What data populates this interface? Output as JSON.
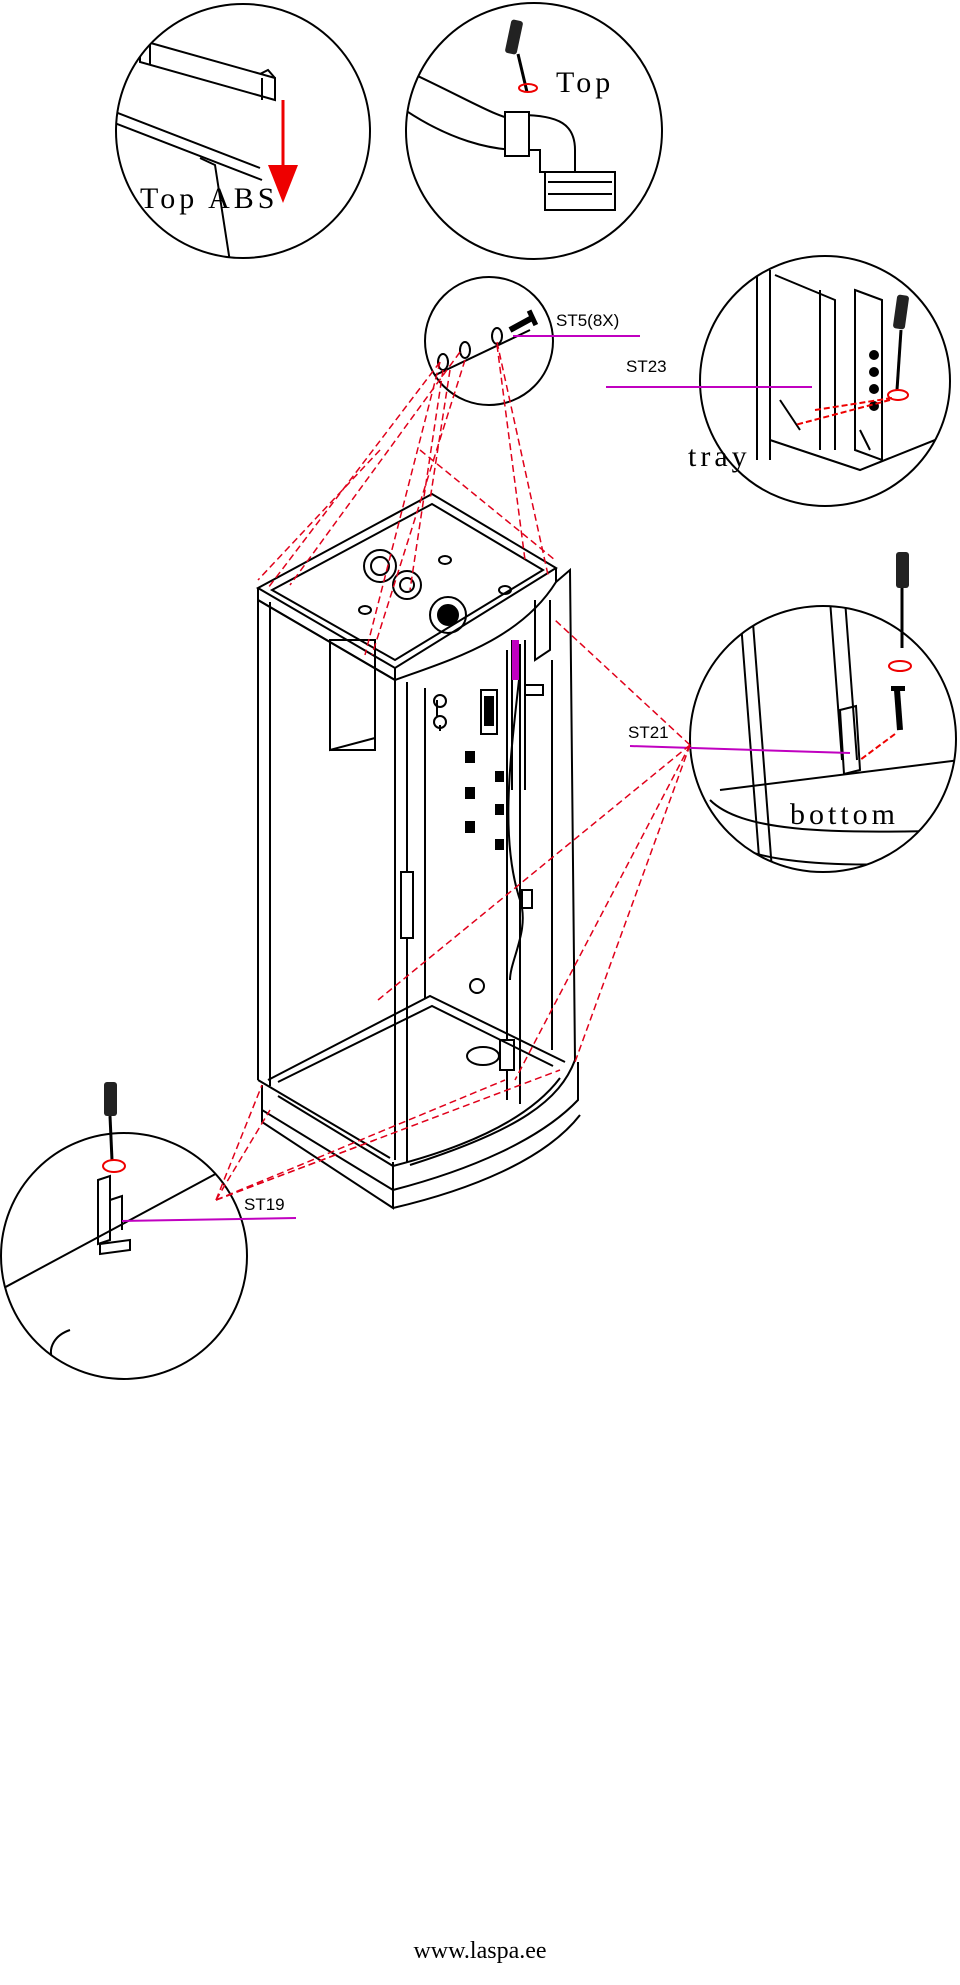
{
  "callouts": {
    "top_abs": "Top ABS",
    "top": "Top",
    "st5": "ST5(8X)",
    "st23": "ST23",
    "tray": "tray",
    "st21": "ST21",
    "bottom": "bottom",
    "st19": "ST19"
  },
  "footer": {
    "url": "www.laspa.ee"
  },
  "colors": {
    "line": "#000000",
    "leader": "#e0001a",
    "pointer": "#c000c0",
    "arrow": "#ee0000"
  }
}
